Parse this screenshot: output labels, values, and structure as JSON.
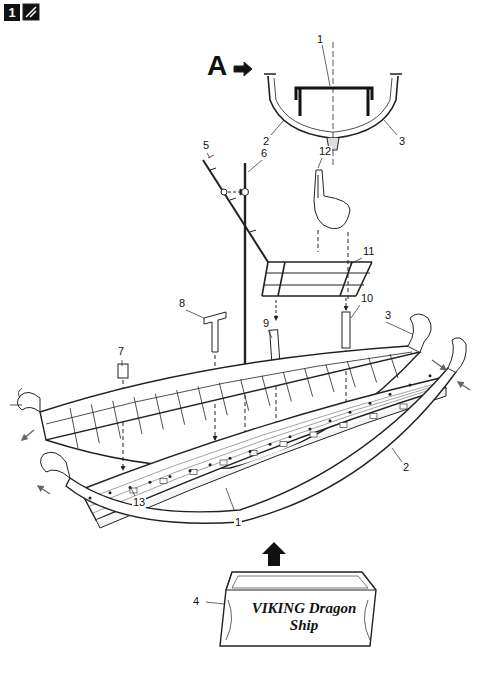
{
  "diagram": {
    "nodes": [
      {
        "text": [
          "1"
        ]
      }
    ],
    "labels": [
      "A",
      "1",
      "2",
      "3",
      "5",
      "6",
      "12",
      "11",
      "10",
      "9",
      "8",
      "7",
      "3",
      "1",
      "2",
      "13",
      "4",
      "VIKING Dragon Ship"
    ]
  }
}
